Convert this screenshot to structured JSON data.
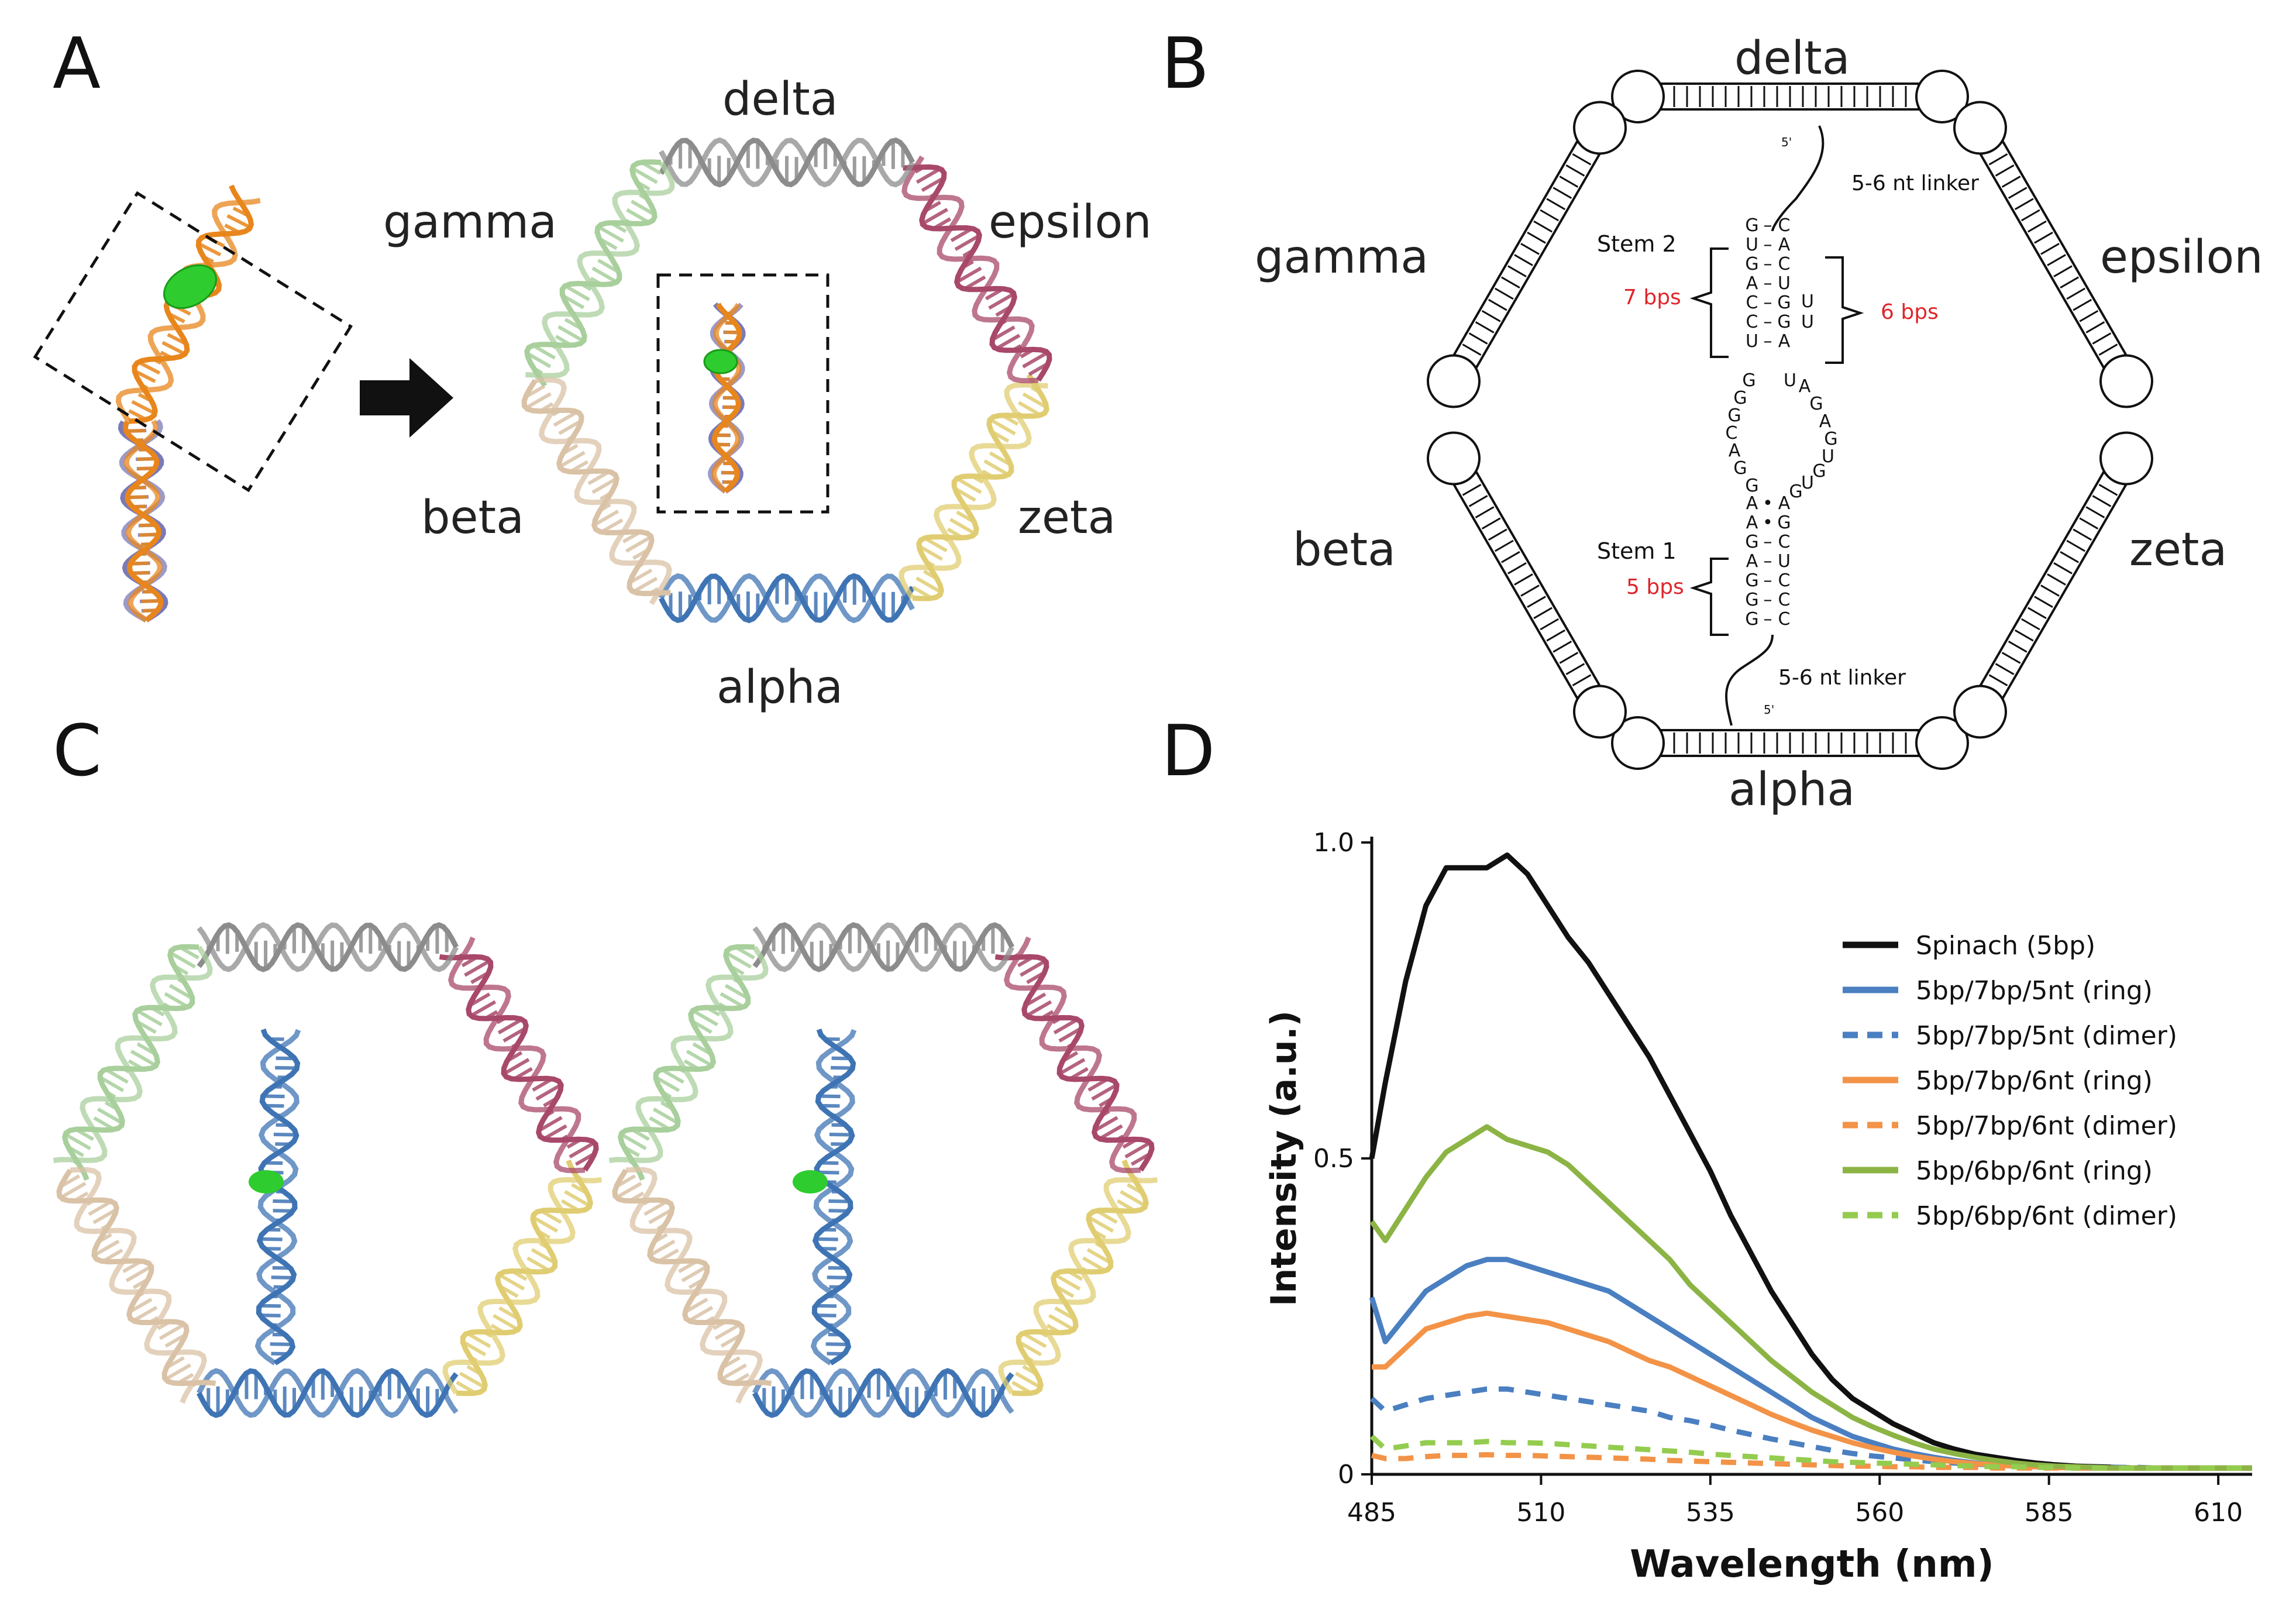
{
  "panels": {
    "a": "A",
    "b": "B",
    "c": "C",
    "d": "D"
  },
  "panelA": {
    "labels": {
      "delta": "delta",
      "gamma": "gamma",
      "epsilon": "epsilon",
      "beta": "beta",
      "zeta": "zeta",
      "alpha": "alpha"
    }
  },
  "panelB": {
    "labels": {
      "delta": "delta",
      "gamma": "gamma",
      "epsilon": "epsilon",
      "beta": "beta",
      "zeta": "zeta",
      "alpha": "alpha"
    },
    "five_prime": "5'",
    "linker_top": "5-6 nt linker",
    "linker_bottom": "5-6 nt linker",
    "stem2": "Stem 2",
    "stem1": "Stem 1",
    "stem2_left_bps": "7 bps",
    "stem2_right_bps": "6 bps",
    "stem1_bps": "5 bps",
    "stem2_pairs": [
      [
        "G",
        "C"
      ],
      [
        "U",
        "A"
      ],
      [
        "G",
        "C"
      ],
      [
        "A",
        "U"
      ],
      [
        "C",
        "G"
      ],
      [
        "C",
        "G"
      ],
      [
        "U",
        "A"
      ]
    ],
    "stem2_bulge": [
      "U",
      "U"
    ],
    "loop_left": [
      "G",
      "G",
      "G",
      "C",
      "A",
      "G",
      "G"
    ],
    "loop_right": [
      "U",
      "A",
      "G",
      "A",
      "G",
      "U",
      "G",
      "U",
      "G"
    ],
    "stem1_pairs": [
      [
        "A",
        "A"
      ],
      [
        "A",
        "G"
      ],
      [
        "G",
        "C"
      ],
      [
        "A",
        "U"
      ],
      [
        "G",
        "C"
      ],
      [
        "G",
        "C"
      ],
      [
        "G",
        "C"
      ]
    ],
    "pair_symbols": {
      "dot": "•",
      "dash": "–"
    }
  },
  "colors": {
    "black": "#111111",
    "blue": "#4a7fc1",
    "orange": "#f39347",
    "green": "#8cb445",
    "light_green": "#94cc4f",
    "red": "#e0252b",
    "ring_delta": "#8c8c8c",
    "ring_gamma": "#a8cf9c",
    "ring_epsilon": "#a8486a",
    "ring_beta": "#d9c2a6",
    "ring_zeta": "#e0cd72",
    "ring_alpha": "#3f74b4",
    "cartoon_orange": "#e8861c",
    "ligand_green": "#2ecc2e",
    "base_purple": "#7a7ab8"
  },
  "chart_data": {
    "type": "line",
    "xlabel": "Wavelength (nm)",
    "ylabel": "Intensity (a.u.)",
    "xlim": [
      485,
      615
    ],
    "ylim": [
      0,
      1.0
    ],
    "xticks": [
      485,
      510,
      535,
      560,
      585,
      610
    ],
    "yticks": [
      {
        "v": 0,
        "label": "0"
      },
      {
        "v": 0.5,
        "label": "0.5"
      },
      {
        "v": 1.0,
        "label": "1.0"
      }
    ],
    "legend_position": "top-right",
    "x": [
      485,
      487,
      490,
      493,
      496,
      499,
      502,
      505,
      508,
      511,
      514,
      517,
      520,
      523,
      526,
      529,
      532,
      535,
      538,
      541,
      544,
      547,
      550,
      553,
      556,
      559,
      562,
      565,
      568,
      571,
      574,
      577,
      580,
      583,
      586,
      589,
      592,
      595,
      598,
      601,
      604,
      607,
      610,
      613,
      615
    ],
    "series": [
      {
        "name": "Spinach (5bp)",
        "style": "solid",
        "color": "#111111",
        "values": [
          0.5,
          0.62,
          0.78,
          0.9,
          0.96,
          0.96,
          0.96,
          0.98,
          0.95,
          0.9,
          0.85,
          0.81,
          0.76,
          0.71,
          0.66,
          0.6,
          0.54,
          0.48,
          0.41,
          0.35,
          0.29,
          0.24,
          0.19,
          0.15,
          0.12,
          0.1,
          0.08,
          0.065,
          0.05,
          0.04,
          0.032,
          0.027,
          0.022,
          0.018,
          0.015,
          0.013,
          0.012,
          0.011,
          0.01,
          0.01,
          0.01,
          0.01,
          0.01,
          0.01,
          0.01
        ]
      },
      {
        "name": "5bp/7bp/5nt (ring)",
        "style": "solid",
        "color": "#4a7fc1",
        "values": [
          0.28,
          0.21,
          0.25,
          0.29,
          0.31,
          0.33,
          0.34,
          0.34,
          0.33,
          0.32,
          0.31,
          0.3,
          0.29,
          0.27,
          0.25,
          0.23,
          0.21,
          0.19,
          0.17,
          0.15,
          0.13,
          0.11,
          0.09,
          0.075,
          0.06,
          0.05,
          0.04,
          0.033,
          0.027,
          0.022,
          0.018,
          0.015,
          0.013,
          0.012,
          0.011,
          0.01,
          0.01,
          0.01,
          0.01,
          0.01,
          0.01,
          0.01,
          0.01,
          0.01,
          0.01
        ]
      },
      {
        "name": "5bp/7bp/5nt (dimer)",
        "style": "dashed",
        "color": "#4a7fc1",
        "values": [
          0.12,
          0.1,
          0.11,
          0.12,
          0.125,
          0.13,
          0.135,
          0.135,
          0.13,
          0.125,
          0.12,
          0.115,
          0.11,
          0.105,
          0.1,
          0.09,
          0.085,
          0.078,
          0.07,
          0.063,
          0.056,
          0.05,
          0.044,
          0.038,
          0.033,
          0.029,
          0.026,
          0.023,
          0.02,
          0.018,
          0.016,
          0.015,
          0.014,
          0.013,
          0.012,
          0.012,
          0.011,
          0.011,
          0.011,
          0.01,
          0.01,
          0.01,
          0.01,
          0.01,
          0.01
        ]
      },
      {
        "name": "5bp/7bp/6nt (ring)",
        "style": "solid",
        "color": "#f39347",
        "values": [
          0.17,
          0.17,
          0.2,
          0.23,
          0.24,
          0.25,
          0.255,
          0.25,
          0.245,
          0.24,
          0.23,
          0.22,
          0.21,
          0.195,
          0.18,
          0.17,
          0.155,
          0.14,
          0.125,
          0.11,
          0.095,
          0.082,
          0.07,
          0.06,
          0.05,
          0.042,
          0.035,
          0.029,
          0.024,
          0.02,
          0.017,
          0.015,
          0.013,
          0.012,
          0.011,
          0.01,
          0.01,
          0.01,
          0.01,
          0.01,
          0.01,
          0.01,
          0.01,
          0.01,
          0.01
        ]
      },
      {
        "name": "5bp/7bp/6nt (dimer)",
        "style": "dashed",
        "color": "#f39347",
        "values": [
          0.03,
          0.025,
          0.025,
          0.028,
          0.03,
          0.03,
          0.031,
          0.03,
          0.03,
          0.029,
          0.028,
          0.027,
          0.026,
          0.025,
          0.024,
          0.022,
          0.021,
          0.02,
          0.019,
          0.018,
          0.017,
          0.016,
          0.015,
          0.014,
          0.013,
          0.013,
          0.012,
          0.012,
          0.011,
          0.011,
          0.011,
          0.01,
          0.01,
          0.01,
          0.01,
          0.01,
          0.01,
          0.01,
          0.01,
          0.01,
          0.01,
          0.01,
          0.01,
          0.01,
          0.01
        ]
      },
      {
        "name": "5bp/6bp/6nt (ring)",
        "style": "solid",
        "color": "#8cb445",
        "values": [
          0.4,
          0.37,
          0.42,
          0.47,
          0.51,
          0.53,
          0.55,
          0.53,
          0.52,
          0.51,
          0.49,
          0.46,
          0.43,
          0.4,
          0.37,
          0.34,
          0.3,
          0.27,
          0.24,
          0.21,
          0.18,
          0.155,
          0.13,
          0.11,
          0.09,
          0.075,
          0.062,
          0.05,
          0.04,
          0.033,
          0.027,
          0.022,
          0.018,
          0.015,
          0.013,
          0.012,
          0.011,
          0.01,
          0.01,
          0.01,
          0.01,
          0.01,
          0.01,
          0.01,
          0.01
        ]
      },
      {
        "name": "5bp/6bp/6nt (dimer)",
        "style": "dashed",
        "color": "#94cc4f",
        "values": [
          0.06,
          0.04,
          0.045,
          0.05,
          0.05,
          0.05,
          0.052,
          0.05,
          0.05,
          0.049,
          0.047,
          0.045,
          0.043,
          0.041,
          0.039,
          0.037,
          0.035,
          0.032,
          0.03,
          0.028,
          0.026,
          0.024,
          0.022,
          0.02,
          0.019,
          0.018,
          0.017,
          0.016,
          0.015,
          0.014,
          0.013,
          0.012,
          0.012,
          0.011,
          0.011,
          0.01,
          0.01,
          0.01,
          0.01,
          0.01,
          0.01,
          0.01,
          0.01,
          0.01,
          0.01
        ]
      }
    ]
  }
}
